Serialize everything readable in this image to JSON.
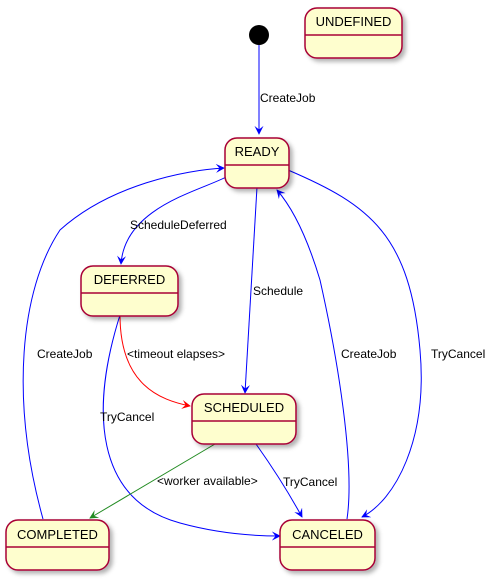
{
  "diagram": {
    "type": "state-machine",
    "colors": {
      "state_fill": "#FEFECE",
      "state_border": "#A80036",
      "edge_blue": "#0000FF",
      "edge_red": "#FF0000",
      "edge_green": "#228B22",
      "initial": "#000000"
    },
    "states": [
      {
        "id": "undefined",
        "label": "UNDEFINED"
      },
      {
        "id": "ready",
        "label": "READY"
      },
      {
        "id": "deferred",
        "label": "DEFERRED"
      },
      {
        "id": "scheduled",
        "label": "SCHEDULED"
      },
      {
        "id": "completed",
        "label": "COMPLETED"
      },
      {
        "id": "canceled",
        "label": "CANCELED"
      }
    ],
    "transitions": [
      {
        "id": "init-ready",
        "from": "initial",
        "to": "ready",
        "label": "CreateJob",
        "color": "blue"
      },
      {
        "id": "ready-deferred",
        "from": "ready",
        "to": "deferred",
        "label": "ScheduleDeferred",
        "color": "blue"
      },
      {
        "id": "ready-scheduled",
        "from": "ready",
        "to": "scheduled",
        "label": "Schedule",
        "color": "blue"
      },
      {
        "id": "ready-canceled",
        "from": "ready",
        "to": "canceled",
        "label": "TryCancel",
        "color": "blue"
      },
      {
        "id": "deferred-scheduled",
        "from": "deferred",
        "to": "scheduled",
        "label": "<timeout elapses>",
        "color": "red"
      },
      {
        "id": "deferred-canceled",
        "from": "deferred",
        "to": "canceled",
        "label": "TryCancel",
        "color": "blue"
      },
      {
        "id": "scheduled-completed",
        "from": "scheduled",
        "to": "completed",
        "label": "<worker available>",
        "color": "green"
      },
      {
        "id": "scheduled-canceled",
        "from": "scheduled",
        "to": "canceled",
        "label": "TryCancel",
        "color": "blue"
      },
      {
        "id": "completed-ready",
        "from": "completed",
        "to": "ready",
        "label": "CreateJob",
        "color": "blue"
      },
      {
        "id": "canceled-ready",
        "from": "canceled",
        "to": "ready",
        "label": "CreateJob",
        "color": "blue"
      }
    ]
  }
}
